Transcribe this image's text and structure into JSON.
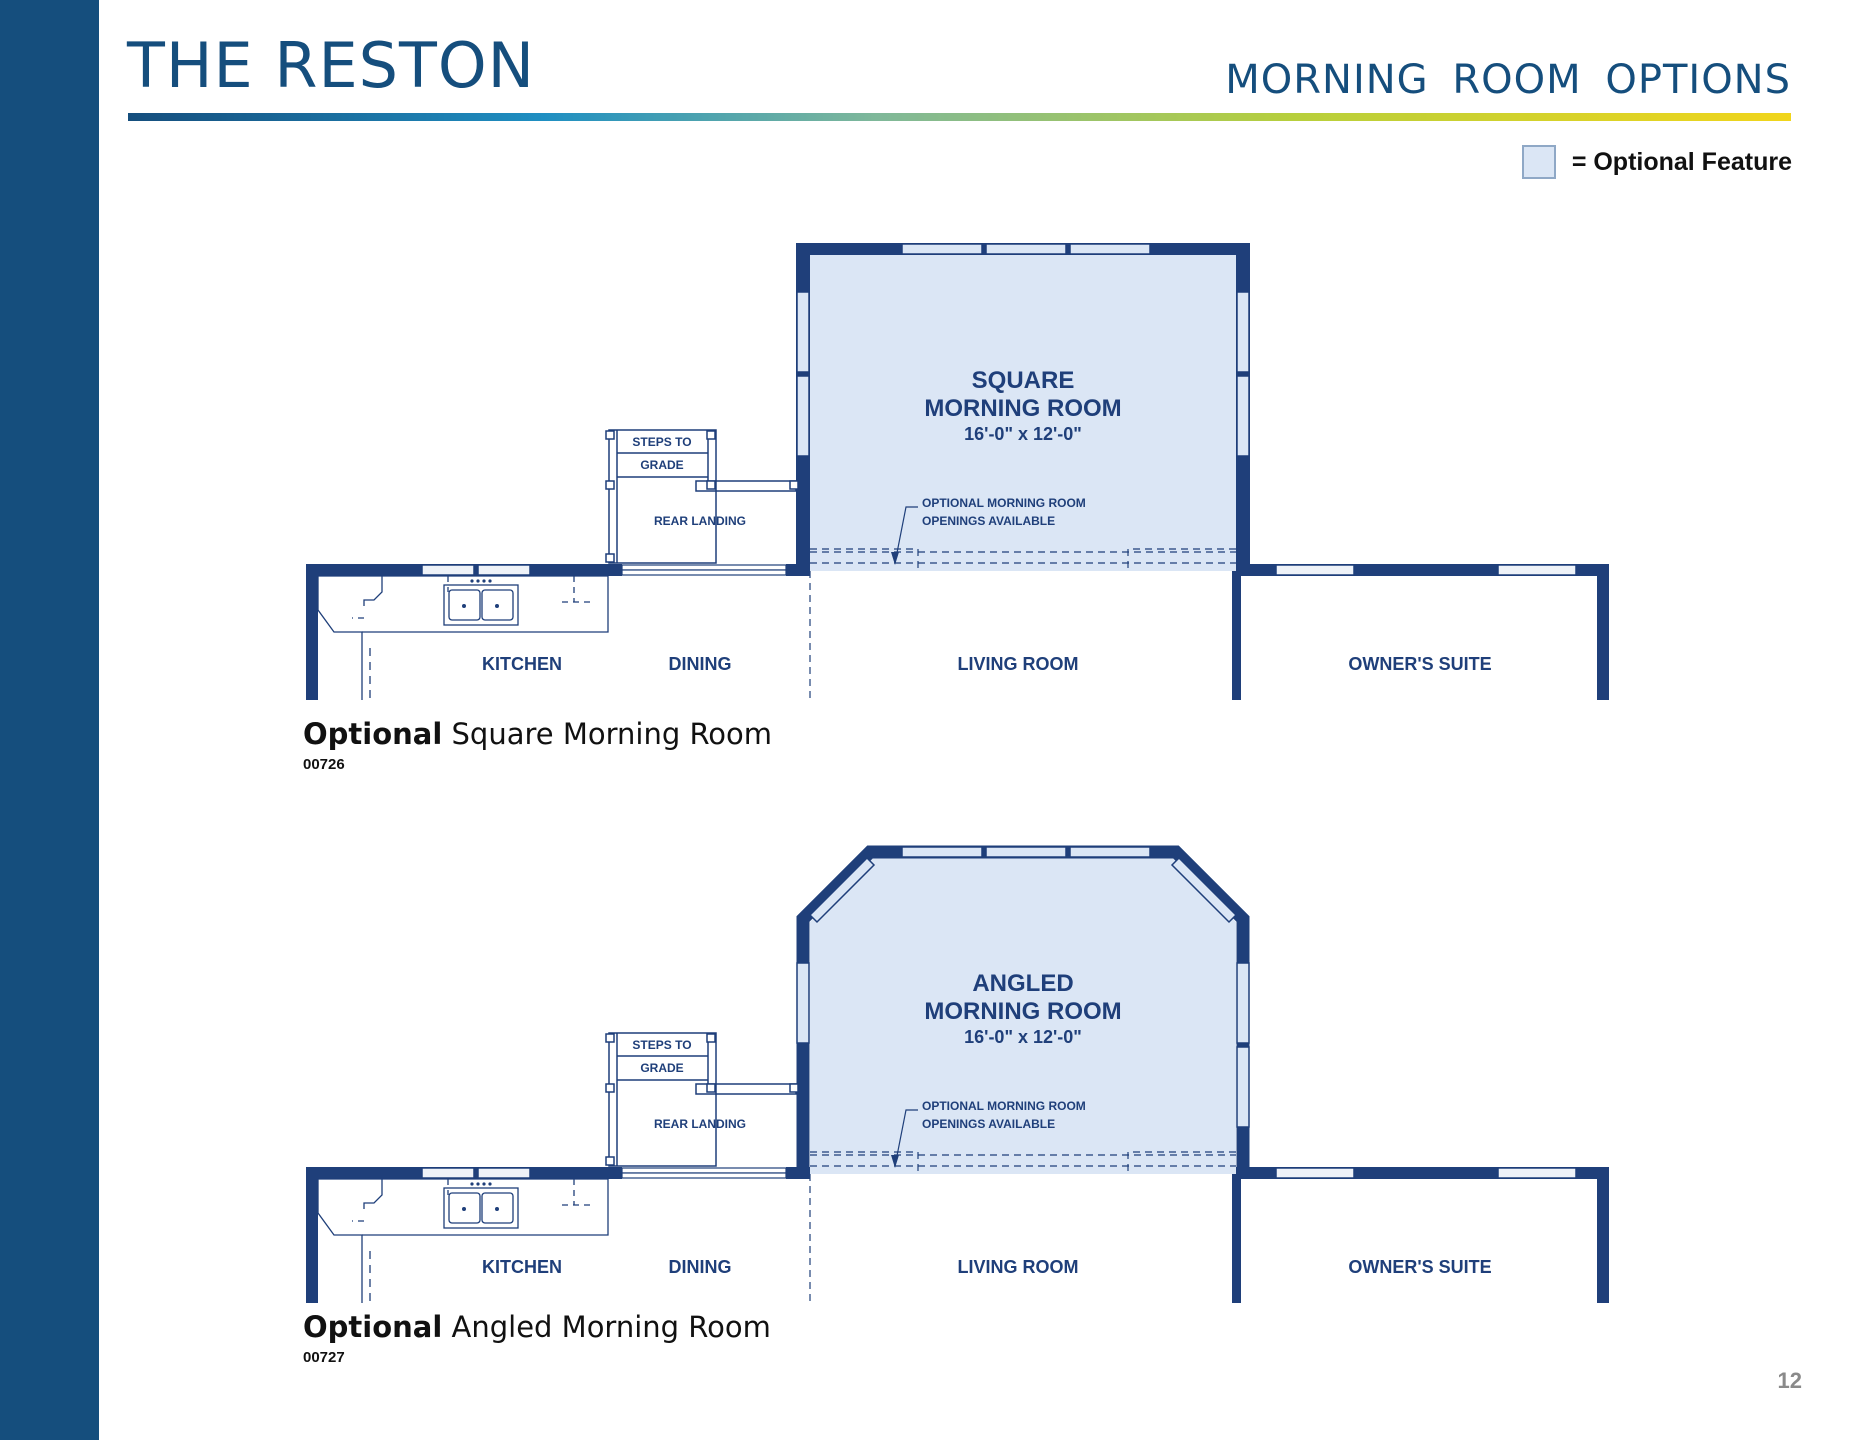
{
  "header": {
    "title": "THE RESTON",
    "subtitle": "MORNING  ROOM  OPTIONS"
  },
  "legend": {
    "label": "= Optional Feature",
    "swatch_color": "#dbe6f5"
  },
  "colors": {
    "sidebar": "#154e7d",
    "wall": "#1f3f7a",
    "optional_fill": "#dbe6f5"
  },
  "plans": [
    {
      "variant": "square",
      "room_title_line1": "SQUARE",
      "room_title_line2": "MORNING ROOM",
      "dimensions": "16'-0\" x 12'-0\"",
      "openings_note_line1": "OPTIONAL MORNING ROOM",
      "openings_note_line2": "OPENINGS AVAILABLE",
      "steps_line1": "STEPS TO",
      "steps_line2": "GRADE",
      "rear_landing": "REAR LANDING",
      "rooms": [
        "KITCHEN",
        "DINING",
        "LIVING ROOM",
        "OWNER'S SUITE"
      ],
      "caption_bold": "Optional",
      "caption_text": " Square Morning Room",
      "code": "00726"
    },
    {
      "variant": "angled",
      "room_title_line1": "ANGLED",
      "room_title_line2": "MORNING ROOM",
      "dimensions": "16'-0\" x 12'-0\"",
      "openings_note_line1": "OPTIONAL MORNING ROOM",
      "openings_note_line2": "OPENINGS AVAILABLE",
      "steps_line1": "STEPS TO",
      "steps_line2": "GRADE",
      "rear_landing": "REAR LANDING",
      "rooms": [
        "KITCHEN",
        "DINING",
        "LIVING ROOM",
        "OWNER'S SUITE"
      ],
      "caption_bold": "Optional",
      "caption_text": " Angled Morning Room",
      "code": "00727"
    }
  ],
  "page_number": "12"
}
